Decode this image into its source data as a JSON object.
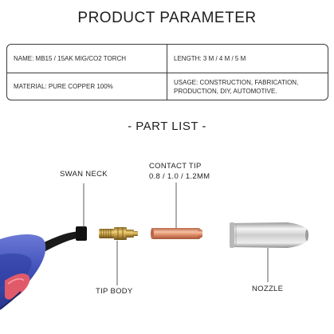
{
  "header": {
    "title": "PRODUCT PARAMETER"
  },
  "params": {
    "name": "NAME: MB15 / 15AK MIG/CO2 TORCH",
    "length": "LENGTH: 3 M / 4 M / 5 M",
    "material": "MATERIAL: PURE COPPER 100%",
    "usage_line1": "USAGE: CONSTRUCTION, FABRICATION,",
    "usage_line2": "PRODUCTION, DIY, AUTOMOTIVE."
  },
  "parts": {
    "heading": "- PART LIST -",
    "swan_neck": "SWAN NECK",
    "contact_tip": "CONTACT TIP",
    "contact_tip_sizes": "0.8 / 1.0 / 1.2MM",
    "tip_body": "TIP BODY",
    "nozzle": "NOZZLE"
  },
  "colors": {
    "handle_blue": "#3f4fb8",
    "trigger_red": "#e05a6a",
    "copper": "#e0906a",
    "brass": "#c8a24a",
    "chrome": "#d4d4d4"
  }
}
